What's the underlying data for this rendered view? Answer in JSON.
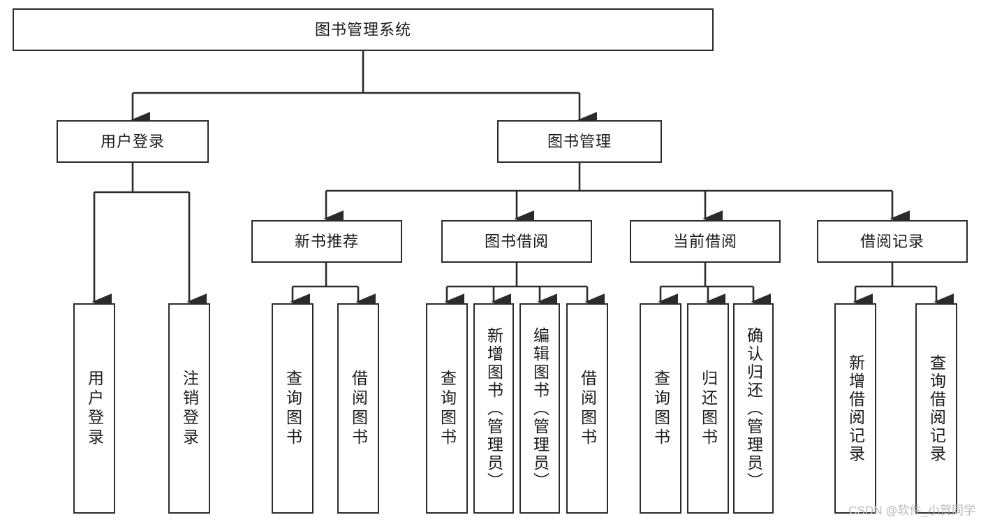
{
  "diagram": {
    "type": "tree-hierarchy",
    "title": "图书管理系统",
    "background_color": "#ffffff",
    "line_color": "#2b2b2b",
    "text_color": "#1a1a1a",
    "root": {
      "id": "root",
      "label": "图书管理系统",
      "orientation": "horizontal"
    },
    "level2": [
      {
        "id": "user-login",
        "label": "用户登录",
        "orientation": "horizontal"
      },
      {
        "id": "book-management",
        "label": "图书管理",
        "orientation": "horizontal"
      }
    ],
    "level3": [
      {
        "id": "new-book-recommend",
        "label": "新书推荐",
        "orientation": "horizontal",
        "parent": "book-management"
      },
      {
        "id": "book-borrow",
        "label": "图书借阅",
        "orientation": "horizontal",
        "parent": "book-management"
      },
      {
        "id": "current-borrow",
        "label": "当前借阅",
        "orientation": "horizontal",
        "parent": "book-management"
      },
      {
        "id": "borrow-record",
        "label": "借阅记录",
        "orientation": "horizontal",
        "parent": "book-management"
      }
    ],
    "leaves": [
      {
        "id": "leaf-user-login",
        "label": "用户登录",
        "orientation": "vertical",
        "parent": "user-login"
      },
      {
        "id": "leaf-logout",
        "label": "注销登录",
        "orientation": "vertical",
        "parent": "user-login"
      },
      {
        "id": "leaf-query-book-1",
        "label": "查询图书",
        "orientation": "vertical",
        "parent": "new-book-recommend"
      },
      {
        "id": "leaf-borrow-book-1",
        "label": "借阅图书",
        "orientation": "vertical",
        "parent": "new-book-recommend"
      },
      {
        "id": "leaf-query-book-2",
        "label": "查询图书",
        "orientation": "vertical",
        "parent": "book-borrow"
      },
      {
        "id": "leaf-add-book",
        "label": "新增图书（管理员）",
        "orientation": "vertical",
        "parent": "book-borrow"
      },
      {
        "id": "leaf-edit-book",
        "label": "编辑图书（管理员）",
        "orientation": "vertical",
        "parent": "book-borrow"
      },
      {
        "id": "leaf-borrow-book-2",
        "label": "借阅图书",
        "orientation": "vertical",
        "parent": "book-borrow"
      },
      {
        "id": "leaf-query-book-3",
        "label": "查询图书",
        "orientation": "vertical",
        "parent": "current-borrow"
      },
      {
        "id": "leaf-return-book",
        "label": "归还图书",
        "orientation": "vertical",
        "parent": "current-borrow"
      },
      {
        "id": "leaf-confirm-return",
        "label": "确认归还（管理员）",
        "orientation": "vertical",
        "parent": "current-borrow"
      },
      {
        "id": "leaf-add-record",
        "label": "新增借阅记录",
        "orientation": "vertical",
        "parent": "borrow-record"
      },
      {
        "id": "leaf-query-record",
        "label": "查询借阅记录",
        "orientation": "vertical",
        "parent": "borrow-record"
      }
    ]
  },
  "watermark": {
    "text": "CSDN @软件_小贺同学"
  }
}
